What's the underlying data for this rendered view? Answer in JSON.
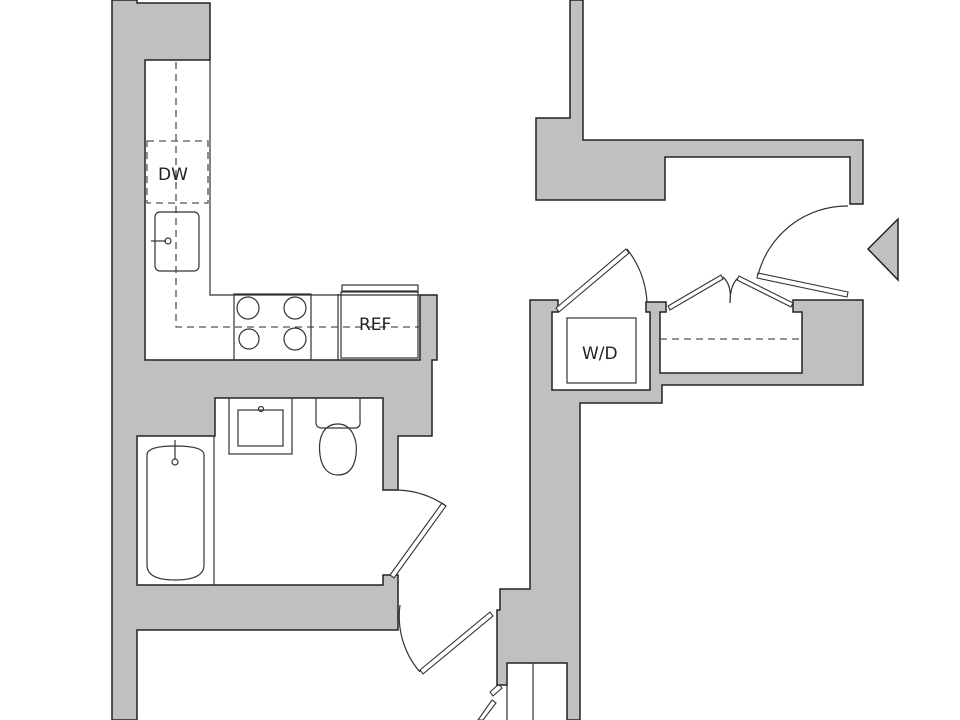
{
  "plan": {
    "labels": {
      "dishwasher": "DW",
      "refrigerator": "REF",
      "washer_dryer": "W/D"
    },
    "colors": {
      "wall": "#c0c0c0",
      "line": "#222222",
      "background": "#ffffff"
    }
  }
}
